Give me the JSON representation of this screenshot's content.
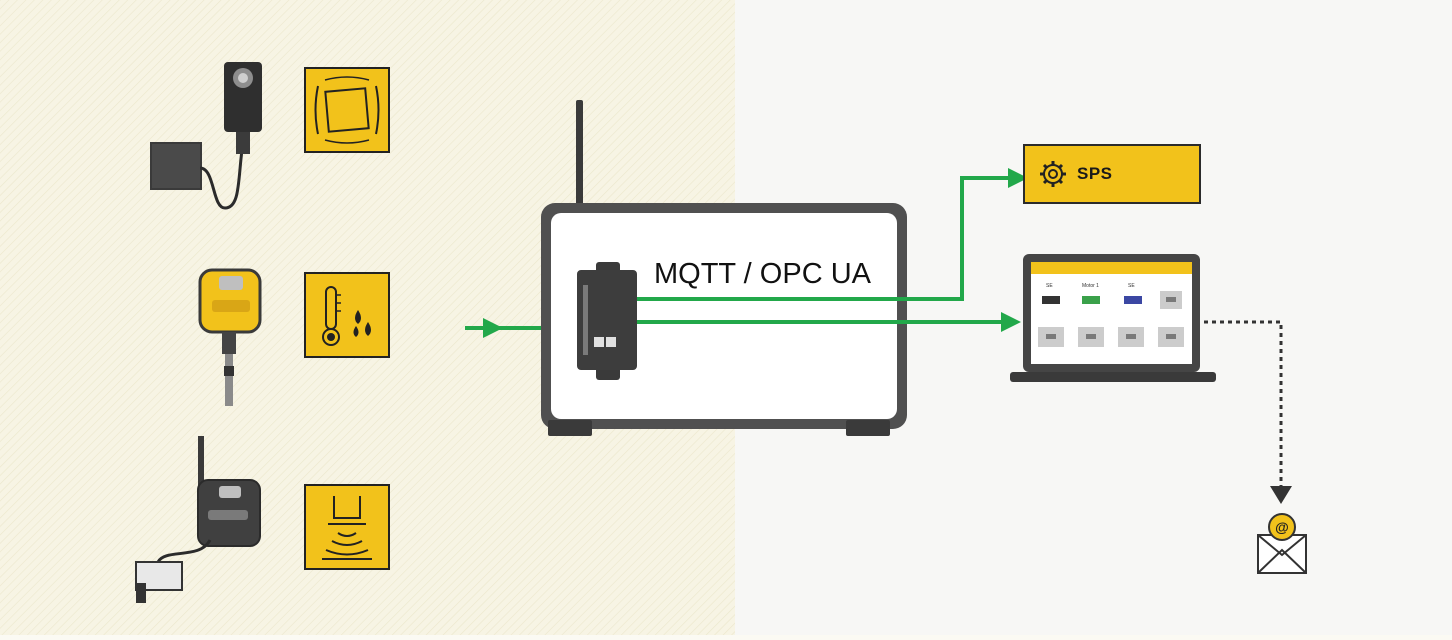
{
  "gateway": {
    "protocol_label": "MQTT / OPC UA"
  },
  "plc": {
    "label": "SPS"
  },
  "hmi": {
    "tile_labels": [
      "SE",
      "Motor 1",
      "SE"
    ]
  },
  "email": {
    "symbol": "@"
  },
  "colors": {
    "accent_yellow": "#f2c21b",
    "flow_green": "#22a84a",
    "device_dark": "#3d3d3d",
    "panel_left": "#f6f3e3",
    "panel_right": "#f7f7f5"
  },
  "icons": [
    "vibration-icon",
    "temperature-humidity-icon",
    "ultrasonic-level-icon",
    "gear-icon",
    "email-icon"
  ]
}
